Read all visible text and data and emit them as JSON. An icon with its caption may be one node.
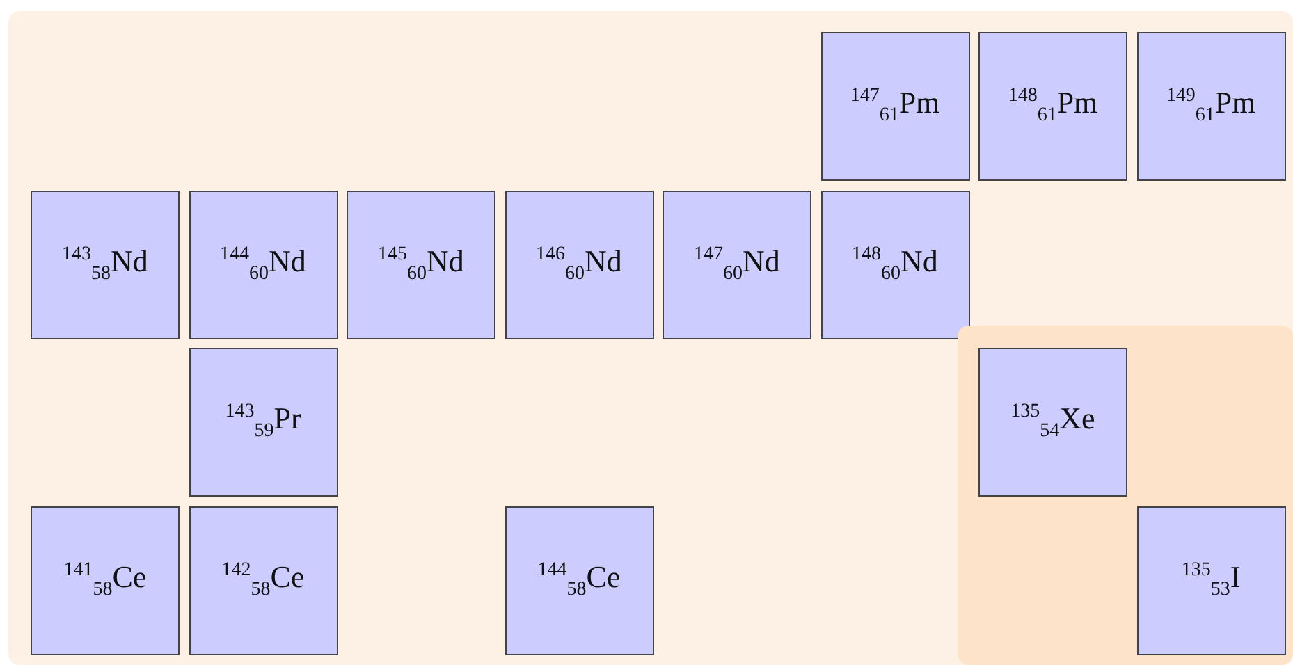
{
  "diagram": {
    "nodes": [
      {
        "text": [],
        "shape": "box"
      },
      {
        "text": [
          "$^{147}$$_{61}$Pm"
        ],
        "in": 0
      },
      {
        "text": [
          "$^{148}$$_{61}$Pm"
        ],
        "in": 0
      },
      {
        "text": [
          "$^{149}$$_{61}$Pm"
        ],
        "in": 0
      },
      {
        "text": [
          "$^{143}$$_{58}$Nd"
        ],
        "in": 0
      },
      {
        "text": [
          "$^{144}$$_{60}$Nd"
        ],
        "in": 0
      },
      {
        "text": [
          "$^{145}$$_{60}$Nd"
        ],
        "in": 0
      },
      {
        "text": [
          "$^{146}$$_{60}$Nd"
        ],
        "in": 0
      },
      {
        "text": [
          "$^{147}$$_{60}$Nd"
        ],
        "in": 0
      },
      {
        "text": [
          "$^{148}$$_{60}$Nd"
        ],
        "in": 0
      },
      {
        "text": [
          "$^{143}$$_{59}$Pr"
        ],
        "in": 0
      },
      {
        "text": [],
        "shape": "box",
        "in": 0
      },
      {
        "text": [
          "$^{135}$$_{54}$Xe"
        ],
        "in": 11
      },
      {
        "text": [
          "$^{141}$$_{58}$Ce"
        ],
        "in": 0
      },
      {
        "text": [
          "$^{142}$$_{58}$Ce"
        ],
        "in": 0
      },
      {
        "text": [
          "$^{144}$$_{58}$Ce"
        ],
        "in": 0
      },
      {
        "text": [
          "$^{135}$$_{53}$I"
        ],
        "in": 11
      }
    ]
  }
}
